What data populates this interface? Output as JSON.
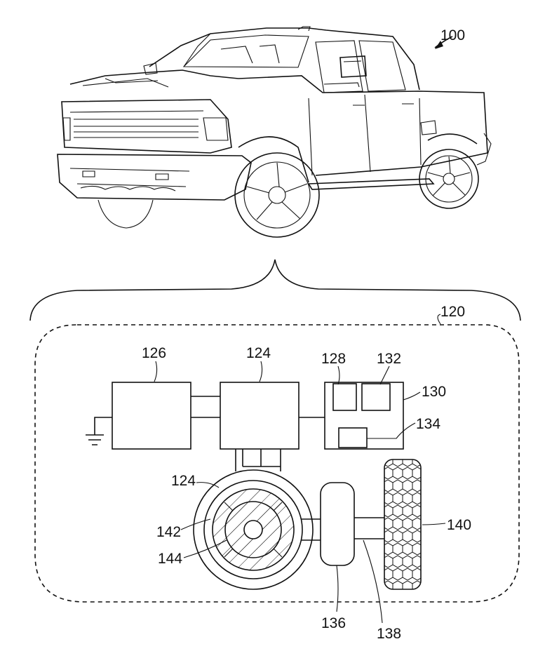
{
  "figure": {
    "vehicle_ref": "100",
    "system_ref": "120",
    "labels": {
      "block_126": "126",
      "block_124_top": "124",
      "block_128": "128",
      "block_132": "132",
      "block_130": "130",
      "block_134": "134",
      "motor_124": "124",
      "stator_142": "142",
      "rotor_144": "144",
      "gearbox_136": "136",
      "shaft_138": "138",
      "wheel_140": "140"
    }
  }
}
